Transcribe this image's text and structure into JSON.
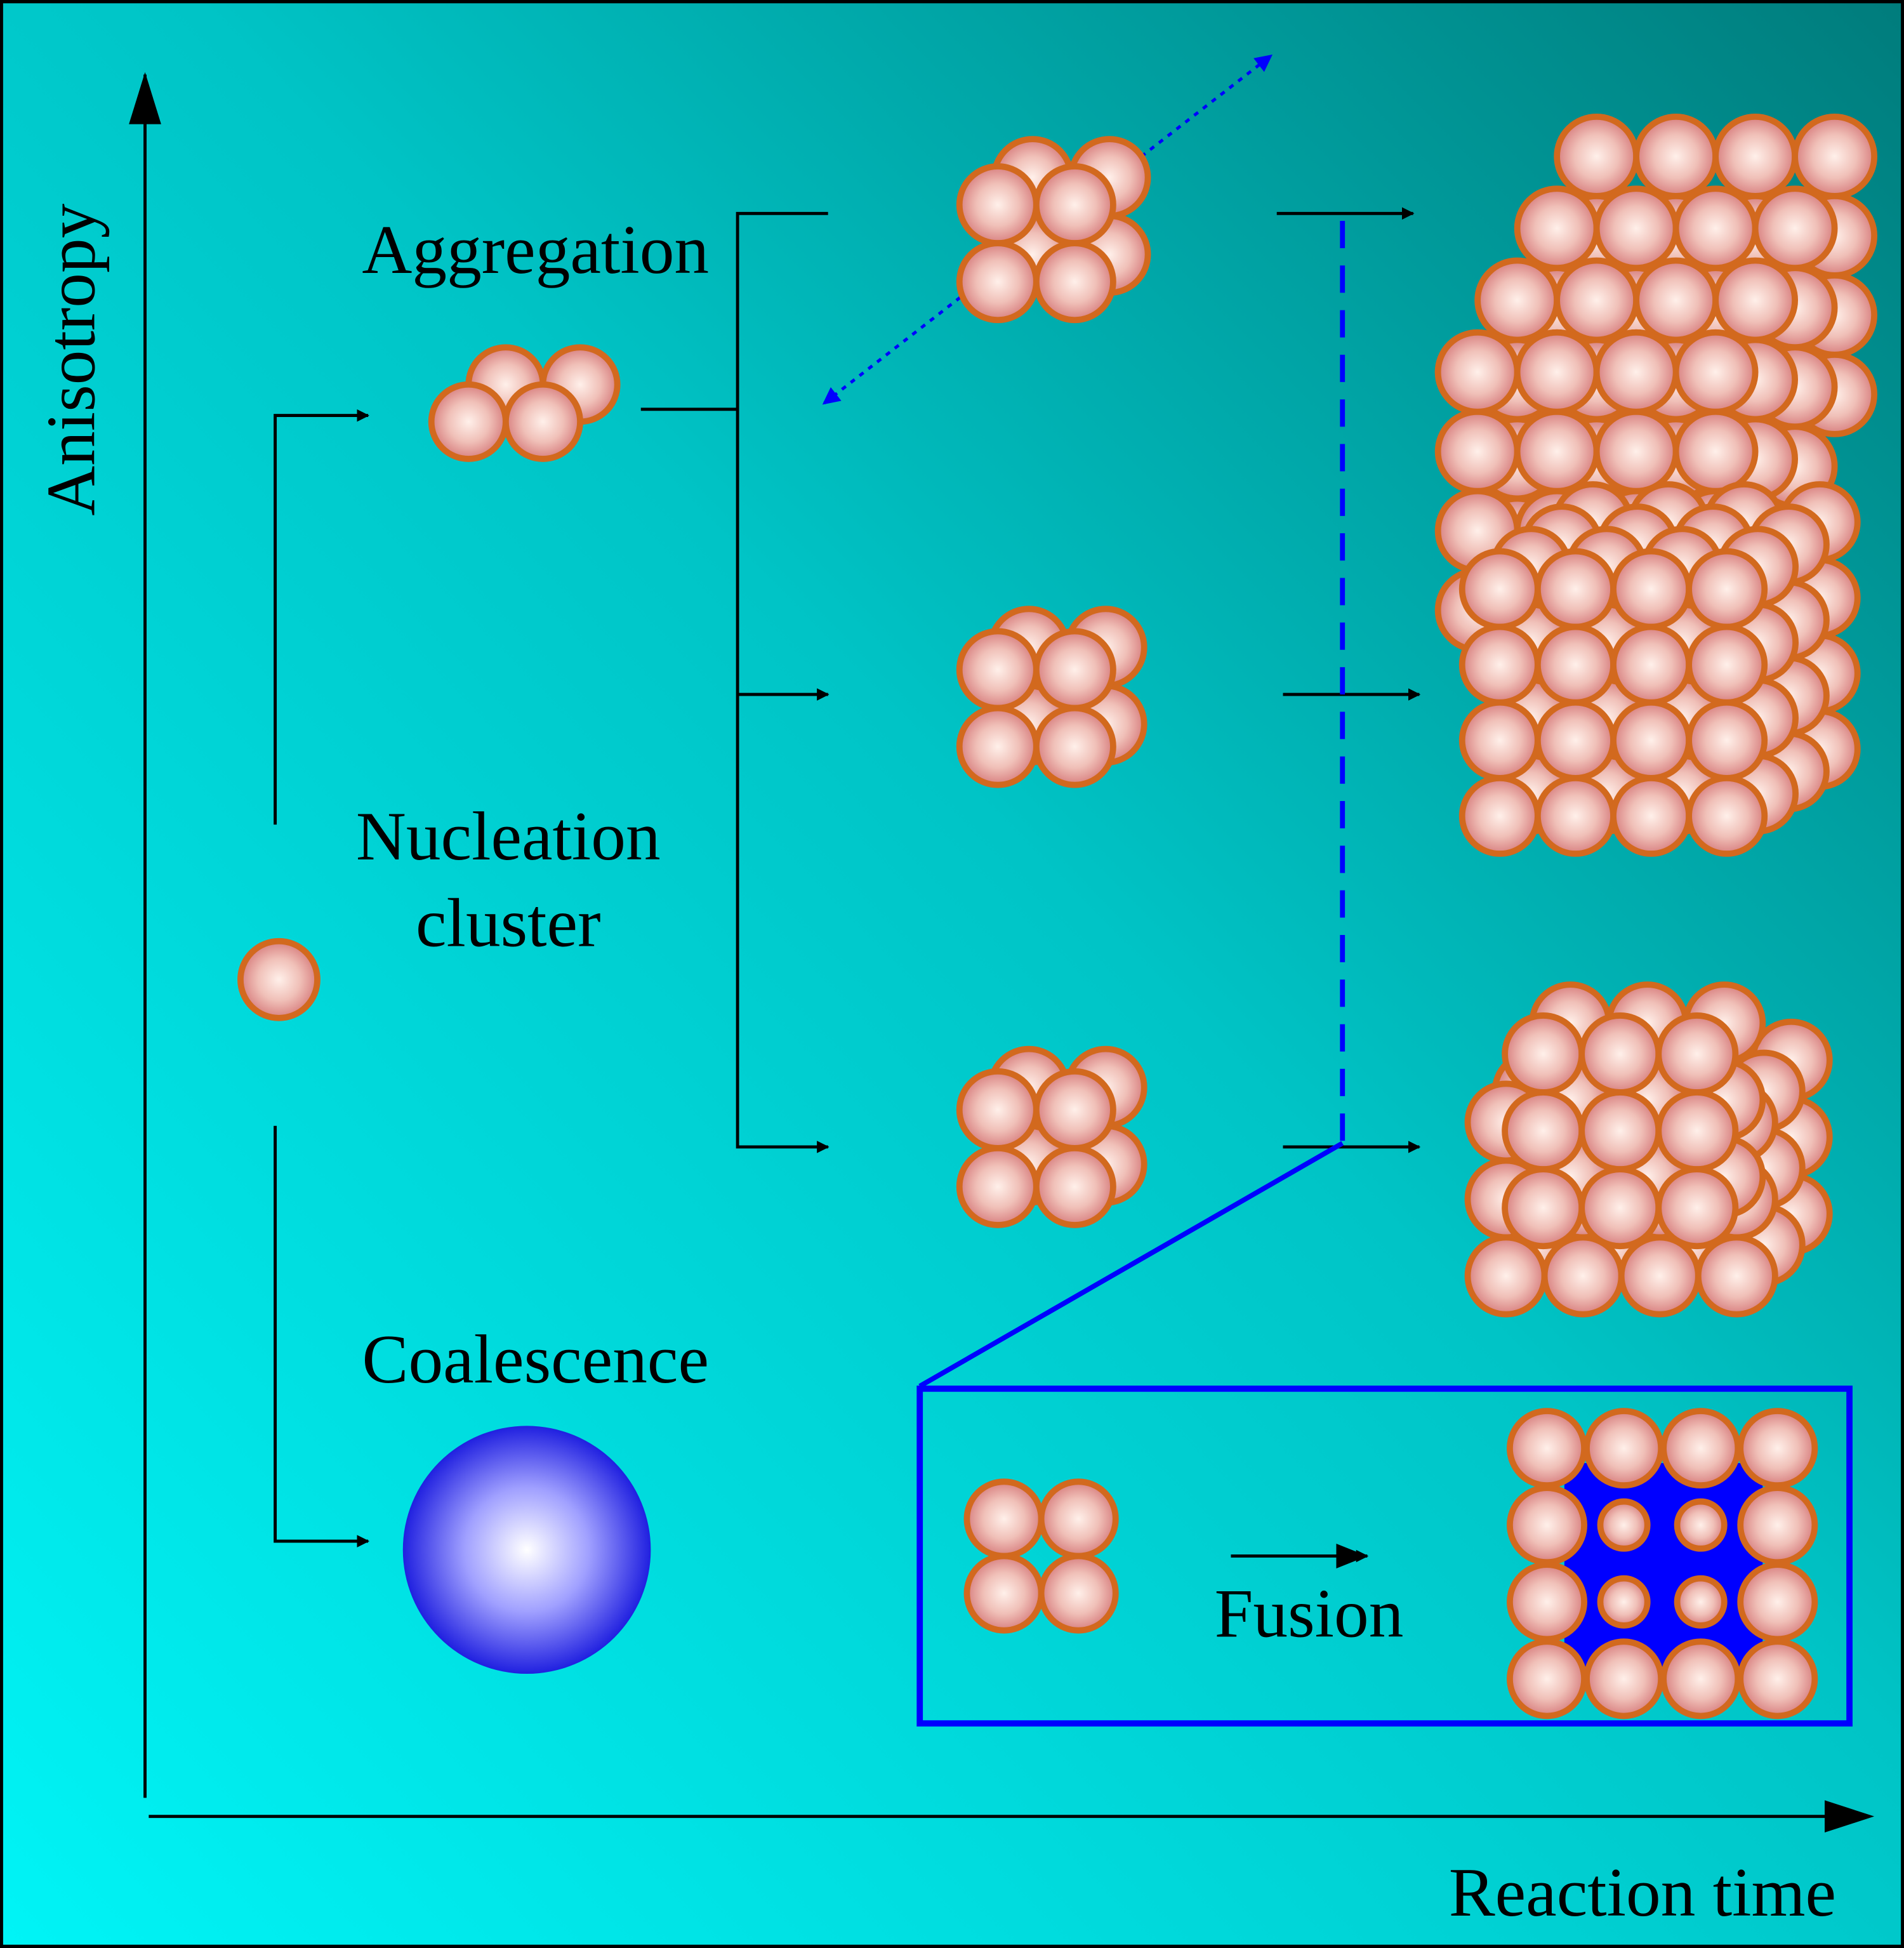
{
  "axes": {
    "y_label": "Anisotropy",
    "x_label": "Reaction time"
  },
  "labels": {
    "aggregation": "Aggregation",
    "nucleation_line1": "Nucleation",
    "nucleation_line2": "cluster",
    "coalescence": "Coalescence",
    "fusion": "Fusion"
  },
  "colors": {
    "background_light": "#00f4f6",
    "background_dark": "#007c7c",
    "particle_stroke": "#d2691e",
    "particle_center": "#fff0ea",
    "particle_edge": "#d88080",
    "accent_blue": "#0000ff",
    "coalesced_sphere_edge": "#2020e0"
  }
}
